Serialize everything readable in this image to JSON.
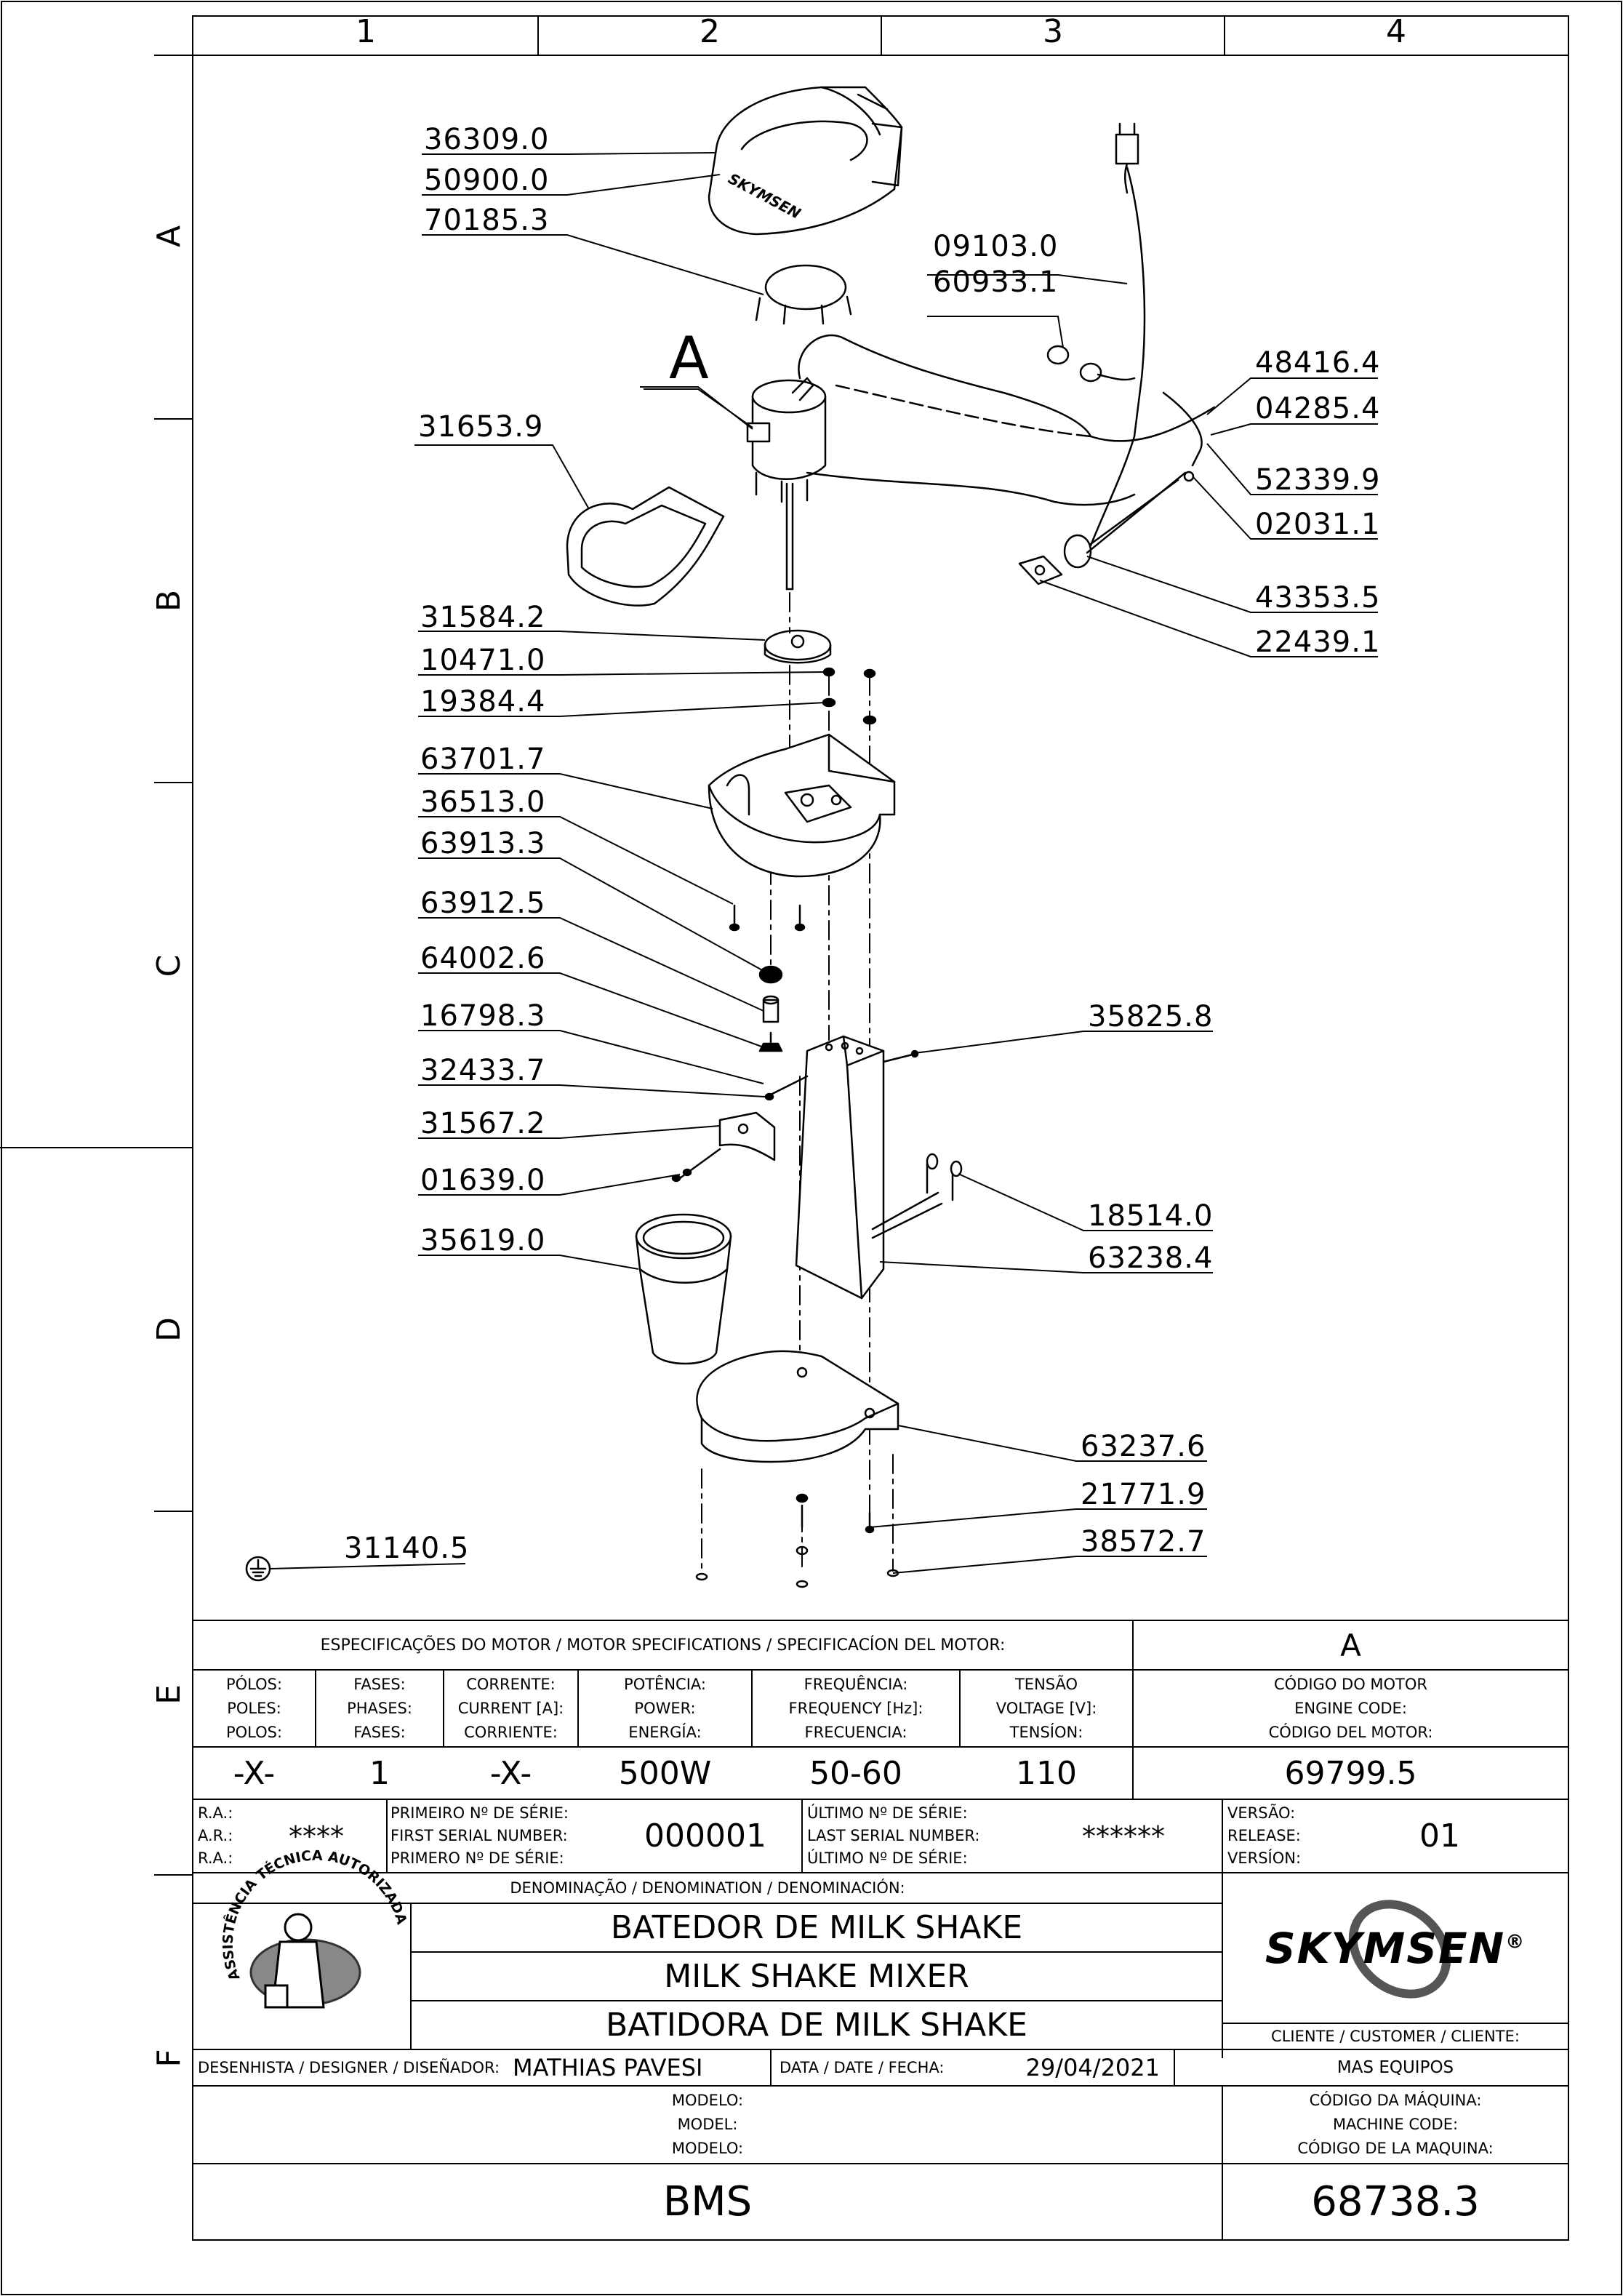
{
  "grid": {
    "columns": [
      "1",
      "2",
      "3",
      "4"
    ],
    "rows": [
      "A",
      "B",
      "C",
      "D",
      "E",
      "F"
    ]
  },
  "callout_letter": "A",
  "parts": {
    "p36309": "36309.0",
    "p50900": "50900.0",
    "p70185": "70185.3",
    "p31653": "31653.9",
    "p31584": "31584.2",
    "p10471": "10471.0",
    "p19384": "19384.4",
    "p63701": "63701.7",
    "p36513": "36513.0",
    "p63913": "63913.3",
    "p63912": "63912.5",
    "p64002": "64002.6",
    "p16798": "16798.3",
    "p32433": "32433.7",
    "p31567": "31567.2",
    "p01639": "01639.0",
    "p35619": "35619.0",
    "p31140": "31140.5",
    "p09103": "09103.0",
    "p60933": "60933.1",
    "p48416": "48416.4",
    "p04285": "04285.4",
    "p52339": "52339.9",
    "p02031": "02031.1",
    "p43353": "43353.5",
    "p22439": "22439.1",
    "p35825": "35825.8",
    "p18514": "18514.0",
    "p63238": "63238.4",
    "p63237": "63237.6",
    "p21771": "21771.9",
    "p38572": "38572.7"
  },
  "cover_brand": "SKYMSEN",
  "motor": {
    "header": "ESPECIFICAÇÕES DO MOTOR / MOTOR SPECIFICATIONS / SPECIFICACÍON DEL MOTOR:",
    "header_right": "A",
    "columns": [
      {
        "l1": "PÓLOS:",
        "l2": "POLES:",
        "l3": "POLOS:",
        "value": "-X-"
      },
      {
        "l1": "FASES:",
        "l2": "PHASES:",
        "l3": "FASES:",
        "value": "1"
      },
      {
        "l1": "CORRENTE:",
        "l2": "CURRENT [A]:",
        "l3": "CORRIENTE:",
        "value": "-X-"
      },
      {
        "l1": "POTÊNCIA:",
        "l2": "POWER:",
        "l3": "ENERGÍA:",
        "value": "500W"
      },
      {
        "l1": "FREQUÊNCIA:",
        "l2": "FREQUENCY [Hz]:",
        "l3": "FRECUENCIA:",
        "value": "50-60"
      },
      {
        "l1": "TENSÃO",
        "l2": "VOLTAGE [V]:",
        "l3": "TENSÍON:",
        "value": "110"
      },
      {
        "l1": "CÓDIGO DO MOTOR",
        "l2": "ENGINE CODE:",
        "l3": "CÓDIGO DEL MOTOR:",
        "value": "69799.5"
      }
    ]
  },
  "serial": {
    "ra_labels": [
      "R.A.:",
      "A.R.:",
      "R.A.:"
    ],
    "ra_value": "****",
    "first_labels": [
      "PRIMEIRO Nº DE SÉRIE:",
      "FIRST SERIAL NUMBER:",
      "PRIMERO Nº DE SÉRIE:"
    ],
    "first_value": "000001",
    "last_labels": [
      "ÚLTIMO Nº DE SÉRIE:",
      "LAST SERIAL NUMBER:",
      "ÚLTIMO Nº DE SÉRIE:"
    ],
    "last_value": "******",
    "version_labels": [
      "VERSÃO:",
      "RELEASE:",
      "VERSÍON:"
    ],
    "version_value": "01"
  },
  "denomination": {
    "label": "DENOMINAÇÃO / DENOMINATION / DENOMINACIÓN:",
    "pt": "BATEDOR DE MILK SHAKE",
    "en": "MILK SHAKE MIXER",
    "es": "BATIDORA DE MILK SHAKE"
  },
  "stamp": {
    "arc_text": "ASSISTÊNCIA TÉCNICA AUTORIZADA"
  },
  "brand": {
    "name": "SKYMSEN",
    "mark": "®"
  },
  "customer": {
    "label": "CLIENTE / CUSTOMER / CLIENTE:",
    "value": "MAS EQUIPOS"
  },
  "designer": {
    "label": "DESENHISTA / DESIGNER / DISEÑADOR:",
    "value": "MATHIAS PAVESI",
    "date_label": "DATA / DATE / FECHA:",
    "date_value": "29/04/2021"
  },
  "model": {
    "labels": [
      "MODELO:",
      "MODEL:",
      "MODELO:"
    ],
    "value": "BMS"
  },
  "machine_code": {
    "labels": [
      "CÓDIGO DA MÁQUINA:",
      "MACHINE CODE:",
      "CÓDIGO DE LA MAQUINA:"
    ],
    "value": "68738.3"
  },
  "colors": {
    "line": "#000000",
    "paper": "#ffffff",
    "logo_grey": "#555555"
  }
}
